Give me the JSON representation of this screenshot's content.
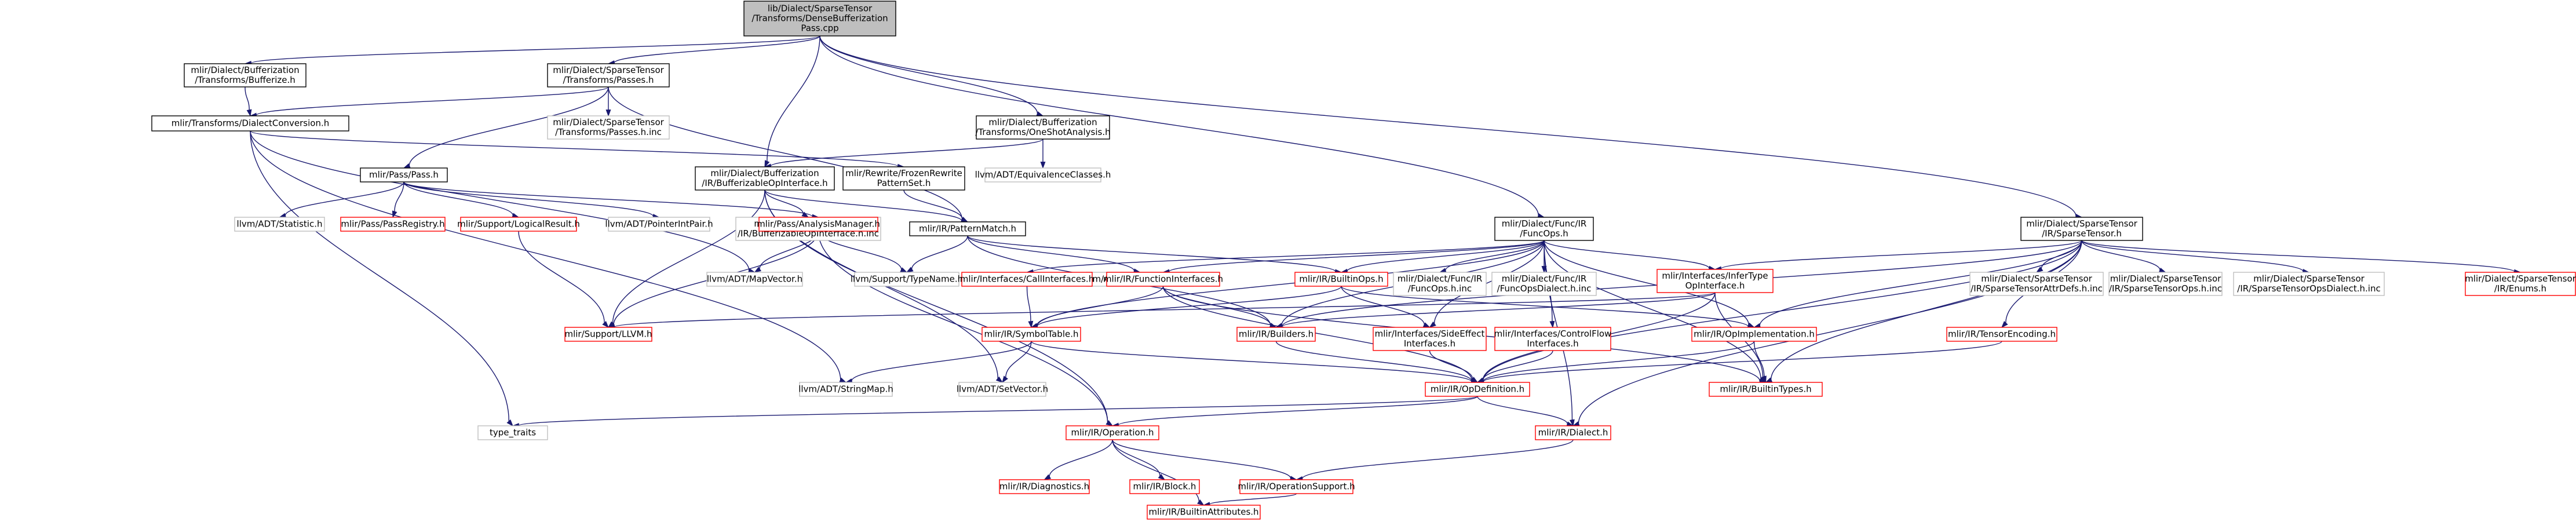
{
  "colors": {
    "edge": "#191970",
    "text": "#000000",
    "link_border": "#000000",
    "missing_border": "#bfbfbf",
    "truncated_border": "#ff0000",
    "root_fill": "#bfbfbf",
    "node_fill": "#ffffff"
  },
  "nodes": [
    {
      "id": "root",
      "kind": "root",
      "lines": [
        "lib/Dialect/SparseTensor",
        "/Transforms/DenseBufferization",
        "Pass.cpp"
      ]
    },
    {
      "id": "buf_bufferize",
      "kind": "link",
      "lines": [
        "mlir/Dialect/Bufferization",
        "/Transforms/Bufferize.h"
      ]
    },
    {
      "id": "st_passes",
      "kind": "link",
      "lines": [
        "mlir/Dialect/SparseTensor",
        "/Transforms/Passes.h"
      ]
    },
    {
      "id": "dialect_conv",
      "kind": "link",
      "lines": [
        "mlir/Transforms/DialectConversion.h"
      ]
    },
    {
      "id": "passes_inc",
      "kind": "missing",
      "lines": [
        "mlir/Dialect/SparseTensor",
        "/Transforms/Passes.h.inc"
      ]
    },
    {
      "id": "oneshot",
      "kind": "link",
      "lines": [
        "mlir/Dialect/Bufferization",
        "/Transforms/OneShotAnalysis.h"
      ]
    },
    {
      "id": "equiv",
      "kind": "missing",
      "lines": [
        "llvm/ADT/EquivalenceClasses.h"
      ]
    },
    {
      "id": "pass_h",
      "kind": "link",
      "lines": [
        "mlir/Pass/Pass.h"
      ]
    },
    {
      "id": "bufop_if",
      "kind": "link",
      "lines": [
        "mlir/Dialect/Bufferization",
        "/IR/BufferizableOpInterface.h"
      ]
    },
    {
      "id": "frozen",
      "kind": "link",
      "lines": [
        "mlir/Rewrite/FrozenRewrite",
        "PatternSet.h"
      ]
    },
    {
      "id": "bufop_if_inc",
      "kind": "missing",
      "lines": [
        "mlir/Dialect/Bufferization",
        "/IR/BufferizableOpInterface.h.inc"
      ]
    },
    {
      "id": "pattern",
      "kind": "link",
      "lines": [
        "mlir/IR/PatternMatch.h"
      ]
    },
    {
      "id": "statistic",
      "kind": "missing",
      "lines": [
        "llvm/ADT/Statistic.h"
      ]
    },
    {
      "id": "passreg",
      "kind": "truncated",
      "lines": [
        "mlir/Pass/PassRegistry.h"
      ]
    },
    {
      "id": "logical",
      "kind": "truncated",
      "lines": [
        "mlir/Support/LogicalResult.h"
      ]
    },
    {
      "id": "ptrint",
      "kind": "missing",
      "lines": [
        "llvm/ADT/PointerIntPair.h"
      ]
    },
    {
      "id": "analysis",
      "kind": "truncated",
      "lines": [
        "mlir/Pass/AnalysisManager.h"
      ]
    },
    {
      "id": "mapvector",
      "kind": "missing",
      "lines": [
        "llvm/ADT/MapVector.h"
      ]
    },
    {
      "id": "typename",
      "kind": "missing",
      "lines": [
        "llvm/Support/TypeName.h"
      ]
    },
    {
      "id": "funcextras",
      "kind": "missing",
      "lines": [
        "llvm/ADT/FunctionExtras.h"
      ]
    },
    {
      "id": "supllvm",
      "kind": "truncated",
      "lines": [
        "mlir/Support/LLVM.h"
      ]
    },
    {
      "id": "func_ops",
      "kind": "link",
      "lines": [
        "mlir/Dialect/Func/IR",
        "/FuncOps.h"
      ]
    },
    {
      "id": "callif",
      "kind": "truncated",
      "lines": [
        "mlir/Interfaces/CallInterfaces.h"
      ]
    },
    {
      "id": "funcif",
      "kind": "truncated",
      "lines": [
        "mlir/IR/FunctionInterfaces.h"
      ]
    },
    {
      "id": "builtinops",
      "kind": "truncated",
      "lines": [
        "mlir/IR/BuiltinOps.h"
      ]
    },
    {
      "id": "funcops_inc",
      "kind": "missing",
      "lines": [
        "mlir/Dialect/Func/IR",
        "/FuncOps.h.inc"
      ]
    },
    {
      "id": "funcdialect_inc",
      "kind": "missing",
      "lines": [
        "mlir/Dialect/Func/IR",
        "/FuncOpsDialect.h.inc"
      ]
    },
    {
      "id": "infertype",
      "kind": "truncated",
      "lines": [
        "mlir/Interfaces/InferType",
        "OpInterface.h"
      ]
    },
    {
      "id": "symtab",
      "kind": "truncated",
      "lines": [
        "mlir/IR/SymbolTable.h"
      ]
    },
    {
      "id": "builders",
      "kind": "truncated",
      "lines": [
        "mlir/IR/Builders.h"
      ]
    },
    {
      "id": "sideeffect",
      "kind": "truncated",
      "lines": [
        "mlir/Interfaces/SideEffect",
        "Interfaces.h"
      ]
    },
    {
      "id": "ctrlflow",
      "kind": "truncated",
      "lines": [
        "mlir/Interfaces/ControlFlow",
        "Interfaces.h"
      ]
    },
    {
      "id": "opimpl",
      "kind": "truncated",
      "lines": [
        "mlir/IR/OpImplementation.h"
      ]
    },
    {
      "id": "stringmap",
      "kind": "missing",
      "lines": [
        "llvm/ADT/StringMap.h"
      ]
    },
    {
      "id": "setvector",
      "kind": "missing",
      "lines": [
        "llvm/ADT/SetVector.h"
      ]
    },
    {
      "id": "opdef",
      "kind": "truncated",
      "lines": [
        "mlir/IR/OpDefinition.h"
      ]
    },
    {
      "id": "builtintypes",
      "kind": "truncated",
      "lines": [
        "mlir/IR/BuiltinTypes.h"
      ]
    },
    {
      "id": "sparsetensor",
      "kind": "link",
      "lines": [
        "mlir/Dialect/SparseTensor",
        "/IR/SparseTensor.h"
      ]
    },
    {
      "id": "st_attrdefs",
      "kind": "missing",
      "lines": [
        "mlir/Dialect/SparseTensor",
        "/IR/SparseTensorAttrDefs.h.inc"
      ]
    },
    {
      "id": "st_ops_inc",
      "kind": "missing",
      "lines": [
        "mlir/Dialect/SparseTensor",
        "/IR/SparseTensorOps.h.inc"
      ]
    },
    {
      "id": "st_opsdialect_inc",
      "kind": "missing",
      "lines": [
        "mlir/Dialect/SparseTensor",
        "/IR/SparseTensorOpsDialect.h.inc"
      ]
    },
    {
      "id": "st_enums",
      "kind": "truncated",
      "lines": [
        "mlir/Dialect/SparseTensor",
        "/IR/Enums.h"
      ]
    },
    {
      "id": "tensorenc",
      "kind": "truncated",
      "lines": [
        "mlir/IR/TensorEncoding.h"
      ]
    },
    {
      "id": "type_traits",
      "kind": "missing",
      "lines": [
        "type_traits"
      ]
    },
    {
      "id": "operation",
      "kind": "truncated",
      "lines": [
        "mlir/IR/Operation.h"
      ]
    },
    {
      "id": "dialect",
      "kind": "truncated",
      "lines": [
        "mlir/IR/Dialect.h"
      ]
    },
    {
      "id": "diagnostics",
      "kind": "truncated",
      "lines": [
        "mlir/IR/Diagnostics.h"
      ]
    },
    {
      "id": "block",
      "kind": "truncated",
      "lines": [
        "mlir/IR/Block.h"
      ]
    },
    {
      "id": "opsupport",
      "kind": "truncated",
      "lines": [
        "mlir/IR/OperationSupport.h"
      ]
    },
    {
      "id": "builtinattrs",
      "kind": "truncated",
      "lines": [
        "mlir/IR/BuiltinAttributes.h"
      ]
    }
  ],
  "edges": [
    [
      "root",
      "buf_bufferize"
    ],
    [
      "root",
      "st_passes"
    ],
    [
      "root",
      "oneshot"
    ],
    [
      "root",
      "bufop_if"
    ],
    [
      "root",
      "func_ops"
    ],
    [
      "root",
      "sparsetensor"
    ],
    [
      "buf_bufferize",
      "dialect_conv"
    ],
    [
      "st_passes",
      "dialect_conv"
    ],
    [
      "st_passes",
      "passes_inc"
    ],
    [
      "st_passes",
      "pass_h"
    ],
    [
      "st_passes",
      "pattern"
    ],
    [
      "dialect_conv",
      "frozen"
    ],
    [
      "dialect_conv",
      "mapvector"
    ],
    [
      "dialect_conv",
      "stringmap"
    ],
    [
      "dialect_conv",
      "type_traits"
    ],
    [
      "oneshot",
      "bufop_if"
    ],
    [
      "oneshot",
      "equiv"
    ],
    [
      "pass_h",
      "statistic"
    ],
    [
      "pass_h",
      "passreg"
    ],
    [
      "pass_h",
      "logical"
    ],
    [
      "pass_h",
      "ptrint"
    ],
    [
      "pass_h",
      "analysis"
    ],
    [
      "analysis",
      "mapvector"
    ],
    [
      "analysis",
      "typename"
    ],
    [
      "analysis",
      "supllvm"
    ],
    [
      "analysis",
      "operation"
    ],
    [
      "logical",
      "supllvm"
    ],
    [
      "bufop_if",
      "bufop_if_inc"
    ],
    [
      "bufop_if",
      "pattern"
    ],
    [
      "bufop_if",
      "supllvm"
    ],
    [
      "bufop_if",
      "setvector"
    ],
    [
      "bufop_if",
      "operation"
    ],
    [
      "frozen",
      "pattern"
    ],
    [
      "pattern",
      "typename"
    ],
    [
      "pattern",
      "funcextras"
    ],
    [
      "pattern",
      "builtinops"
    ],
    [
      "pattern",
      "builders"
    ],
    [
      "func_ops",
      "callif"
    ],
    [
      "func_ops",
      "funcif"
    ],
    [
      "func_ops",
      "builtinops"
    ],
    [
      "func_ops",
      "funcops_inc"
    ],
    [
      "func_ops",
      "funcdialect_inc"
    ],
    [
      "func_ops",
      "infertype"
    ],
    [
      "func_ops",
      "symtab"
    ],
    [
      "func_ops",
      "builders"
    ],
    [
      "func_ops",
      "sideeffect"
    ],
    [
      "func_ops",
      "ctrlflow"
    ],
    [
      "func_ops",
      "opimpl"
    ],
    [
      "func_ops",
      "builtintypes"
    ],
    [
      "func_ops",
      "dialect"
    ],
    [
      "callif",
      "symtab"
    ],
    [
      "funcif",
      "symtab"
    ],
    [
      "funcif",
      "builtintypes"
    ],
    [
      "funcif",
      "opdef"
    ],
    [
      "funcif",
      "builders"
    ],
    [
      "builtinops",
      "symtab"
    ],
    [
      "builtinops",
      "opimpl"
    ],
    [
      "builtinops",
      "sideeffect"
    ],
    [
      "infertype",
      "builders"
    ],
    [
      "infertype",
      "supllvm"
    ],
    [
      "infertype",
      "opdef"
    ],
    [
      "infertype",
      "builtintypes"
    ],
    [
      "symtab",
      "stringmap"
    ],
    [
      "symtab",
      "setvector"
    ],
    [
      "symtab",
      "opdef"
    ],
    [
      "builders",
      "opdef"
    ],
    [
      "sideeffect",
      "opdef"
    ],
    [
      "ctrlflow",
      "opdef"
    ],
    [
      "opimpl",
      "opdef"
    ],
    [
      "opimpl",
      "builtintypes"
    ],
    [
      "sparsetensor",
      "st_attrdefs"
    ],
    [
      "sparsetensor",
      "st_ops_inc"
    ],
    [
      "sparsetensor",
      "st_opsdialect_inc"
    ],
    [
      "sparsetensor",
      "st_enums"
    ],
    [
      "sparsetensor",
      "tensorenc"
    ],
    [
      "sparsetensor",
      "opimpl"
    ],
    [
      "sparsetensor",
      "infertype"
    ],
    [
      "sparsetensor",
      "builtintypes"
    ],
    [
      "sparsetensor",
      "dialect"
    ],
    [
      "sparsetensor",
      "builders"
    ],
    [
      "sparsetensor",
      "opdef"
    ],
    [
      "tensorenc",
      "opdef"
    ],
    [
      "opdef",
      "operation"
    ],
    [
      "opdef",
      "type_traits"
    ],
    [
      "opdef",
      "dialect"
    ],
    [
      "operation",
      "diagnostics"
    ],
    [
      "operation",
      "block"
    ],
    [
      "operation",
      "opsupport"
    ],
    [
      "operation",
      "builtinattrs"
    ],
    [
      "dialect",
      "opsupport"
    ],
    [
      "opsupport",
      "builtinattrs"
    ]
  ]
}
